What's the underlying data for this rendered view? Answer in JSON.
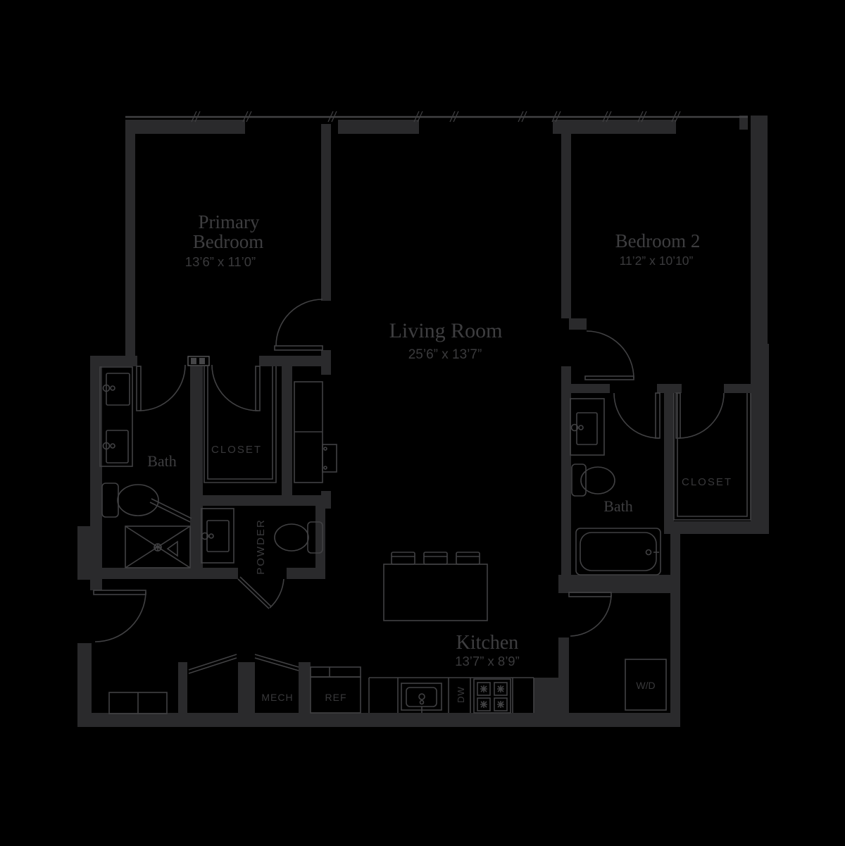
{
  "page": {
    "background": "#000000"
  },
  "palette": {
    "wall": "#2a2a2c",
    "line": "#414143",
    "room_label": "#3e3e40",
    "dim_label": "#3a3a3c",
    "small_label": "#39393b"
  },
  "rooms": {
    "primary_bedroom": {
      "name_line1": "Primary",
      "name_line2": "Bedroom",
      "dims": "13’6” x 11’0”"
    },
    "living_room": {
      "name": "Living Room",
      "dims": "25’6” x 13’7”"
    },
    "bedroom_2": {
      "name": "Bedroom 2",
      "dims": "11’2” x 10’10”"
    },
    "kitchen": {
      "name": "Kitchen",
      "dims": "13’7” x 8’9”"
    },
    "primary_bath": {
      "name": "Bath"
    },
    "bath_2": {
      "name": "Bath"
    },
    "primary_closet": {
      "name": "CLOSET"
    },
    "closet_2": {
      "name": "CLOSET"
    },
    "powder_room": {
      "name": "POWDER"
    }
  },
  "labels": {
    "mech": "MECH",
    "ref": "REF",
    "dishwasher": "DW",
    "washer_dryer": "W/D"
  }
}
